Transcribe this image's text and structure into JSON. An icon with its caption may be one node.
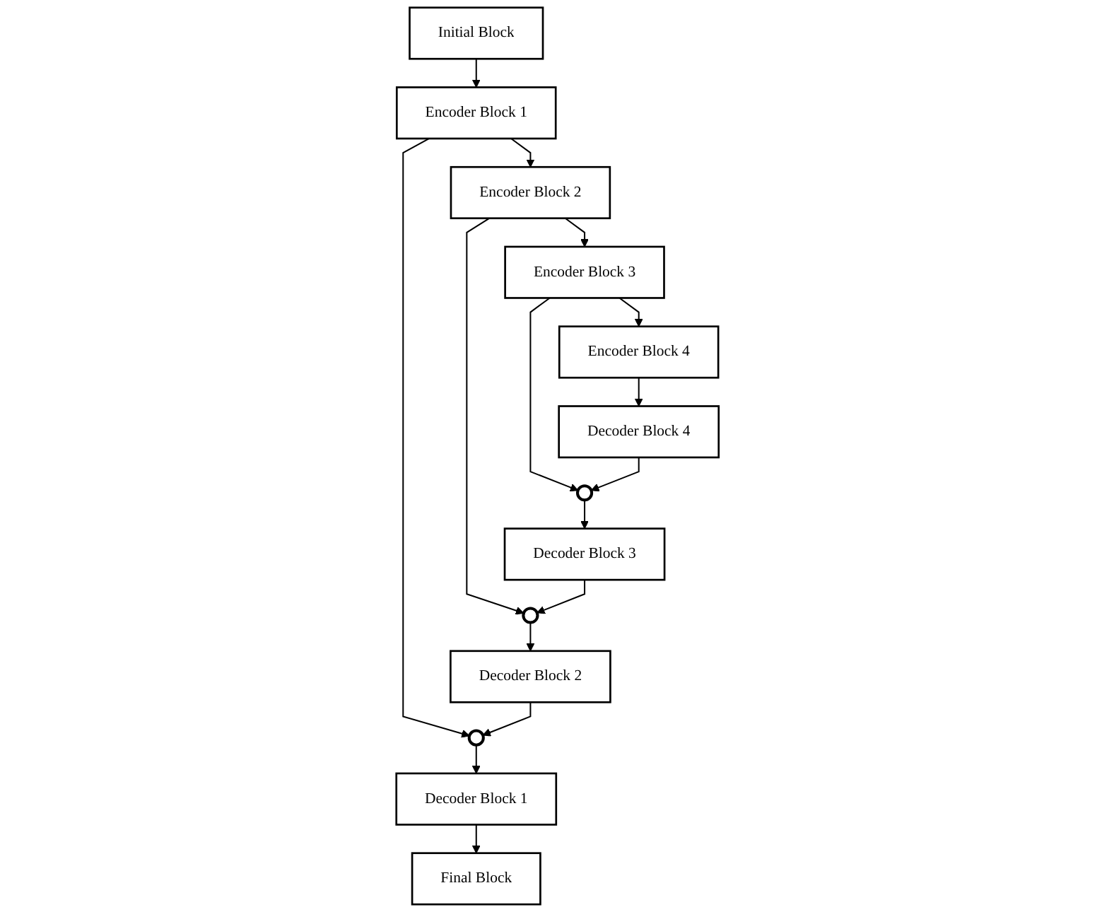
{
  "diagram": {
    "nodes": [
      {
        "text": [
          "Initial Block"
        ]
      },
      {
        "text": [
          "Encoder Block 1"
        ]
      },
      {
        "text": [
          "Encoder Block 2"
        ]
      },
      {
        "text": [
          "Encoder Block 3"
        ]
      },
      {
        "text": [
          "Encoder Block 4"
        ]
      },
      {
        "text": [
          "Decoder Block 4"
        ]
      },
      {
        "text": [],
        "shape": "circle"
      },
      {
        "text": [
          "Decoder Block 3"
        ]
      },
      {
        "text": [],
        "shape": "circle"
      },
      {
        "text": [
          "Decoder Block 2"
        ]
      },
      {
        "text": [],
        "shape": "circle"
      },
      {
        "text": [
          "Decoder Block 1"
        ]
      },
      {
        "text": [
          "Final Block"
        ]
      }
    ],
    "edges": [
      {
        "from": 0,
        "to": 1,
        "arrow": "to"
      },
      {
        "from": 1,
        "to": 2,
        "arrow": "to"
      },
      {
        "from": 2,
        "to": 3,
        "arrow": "to"
      },
      {
        "from": 3,
        "to": 4,
        "arrow": "to"
      },
      {
        "from": 4,
        "to": 5,
        "arrow": "to"
      },
      {
        "from": 3,
        "to": 6,
        "arrow": "to"
      },
      {
        "from": 5,
        "to": 6,
        "arrow": "to"
      },
      {
        "from": 6,
        "to": 7,
        "arrow": "to"
      },
      {
        "from": 2,
        "to": 8,
        "arrow": "to"
      },
      {
        "from": 7,
        "to": 8,
        "arrow": "to"
      },
      {
        "from": 8,
        "to": 9,
        "arrow": "to"
      },
      {
        "from": 1,
        "to": 10,
        "arrow": "to"
      },
      {
        "from": 9,
        "to": 10,
        "arrow": "to"
      },
      {
        "from": 10,
        "to": 11,
        "arrow": "to"
      },
      {
        "from": 11,
        "to": 12,
        "arrow": "to"
      }
    ]
  }
}
